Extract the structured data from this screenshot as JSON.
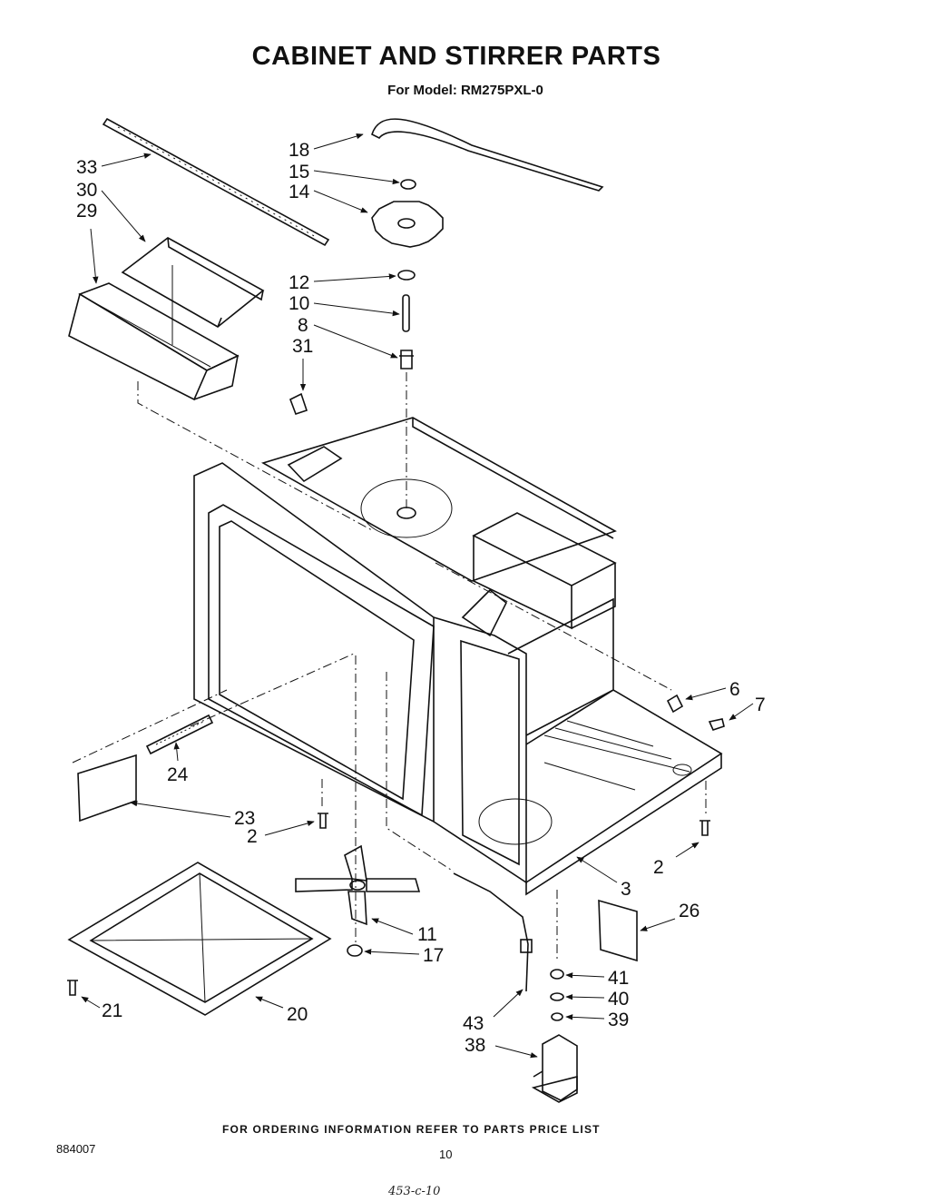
{
  "title": "CABINET AND STIRRER PARTS",
  "subtitle": "For Model: RM275PXL-0",
  "footer_note": "FOR ORDERING INFORMATION REFER TO PARTS PRICE LIST",
  "document_number": "884007",
  "page_number": "10",
  "handwritten_note": "453-c-10",
  "callouts": {
    "c33": "33",
    "c30": "30",
    "c29": "29",
    "c18": "18",
    "c15": "15",
    "c14": "14",
    "c12": "12",
    "c10": "10",
    "c8": "8",
    "c31": "31",
    "c6": "6",
    "c7": "7",
    "c24": "24",
    "c23": "23",
    "c2a": "2",
    "c2b": "2",
    "c3": "3",
    "c26": "26",
    "c11": "11",
    "c17": "17",
    "c41": "41",
    "c40": "40",
    "c39": "39",
    "c43": "43",
    "c38": "38",
    "c21": "21",
    "c20": "20"
  }
}
